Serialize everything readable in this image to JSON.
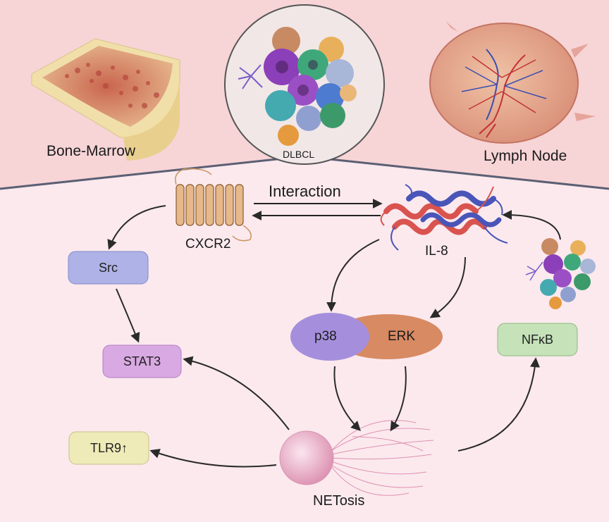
{
  "labels": {
    "bone_marrow": "Bone-Marrow",
    "dlbcl": "DLBCL",
    "lymph_node": "Lymph Node",
    "interaction": "Interaction",
    "cxcr2": "CXCR2",
    "il8": "IL-8",
    "src": "Src",
    "stat3": "STAT3",
    "tlr9": "TLR9",
    "p38": "p38",
    "erk": "ERK",
    "nfkb": "NFκB",
    "netosis": "NETosis"
  },
  "symbols": {
    "up_arrow": "↑"
  },
  "colors": {
    "top_background": "#f7d4d6",
    "bottom_background": "#fbe9ee",
    "src_box": "#aeb2e6",
    "stat3_box": "#d9a9e3",
    "tlr9_box": "#eeebb8",
    "nfkb_box": "#c5e2b9",
    "p38_oval": "#a58fdd",
    "erk_oval": "#d88a63",
    "receptor": "#e7b98a",
    "helix_red": "#d9534f",
    "helix_blue": "#4a55b8"
  }
}
